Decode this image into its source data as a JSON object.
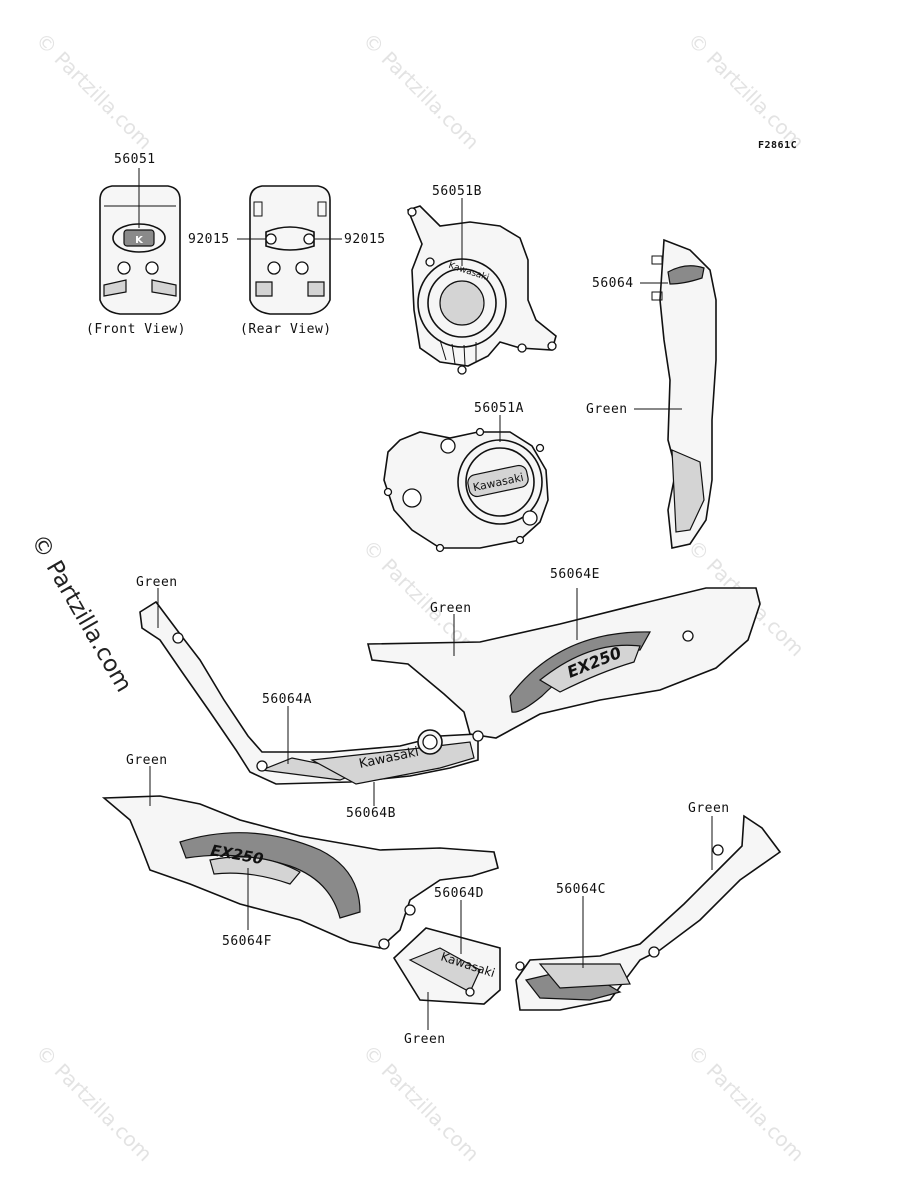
{
  "figure_code": "F2861C",
  "watermarks": [
    "© Partzilla.com",
    "© Partzilla.com",
    "© Partzilla.com",
    "© Partzilla.com",
    "© Partzilla.com",
    "© Partzilla.com",
    "© Partzilla.com",
    "© Partzilla.com",
    "© Partzilla.com"
  ],
  "watermark_main": "© Partzilla.com",
  "parts": {
    "p56051": "56051",
    "p92015_left": "92015",
    "p92015_right": "92015",
    "front_view": "(Front View)",
    "rear_view": "(Rear View)",
    "p56051B": "56051B",
    "p56064": "56064",
    "green_tail": "Green",
    "p56051A": "56051A",
    "green_upper_left": "Green",
    "green_upper_mid": "Green",
    "p56064E": "56064E",
    "p56064A": "56064A",
    "p56064B": "56064B",
    "green_lower_left": "Green",
    "green_lower_right": "Green",
    "p56064D": "56064D",
    "p56064C": "56064C",
    "p56064F": "56064F",
    "green_bottom": "Green"
  },
  "decal_text": {
    "kawasaki": "Kawasaki"
  }
}
